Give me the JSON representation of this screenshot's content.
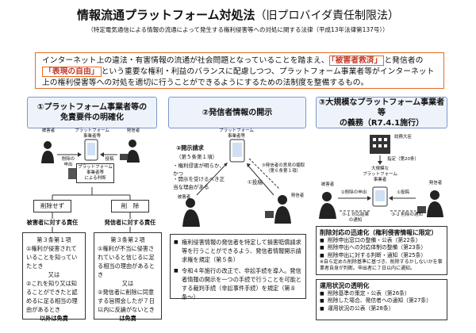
{
  "title": {
    "main": "情報流通プラットフォーム対処法",
    "paren": "（旧プロバイダ責任制限法）"
  },
  "subtitle": "（特定電気通信による情報の流通によって発生する権利侵害等への対処に関する法律（平成13年法律第137号））",
  "intro": {
    "t1": "インターネット上の違法・有害情報の流通が社会問題となっていることを踏まえ、",
    "hl1": "「被害者救済」",
    "t2": "と発信者の",
    "hl2": "「表現の自由」",
    "t3": "という重要な権利・利益のバランスに配慮しつつ、プラットフォーム事業者等がインターネット上の権利侵害等への対処を適切に行うことができるようにするための法制度を整備するもの。"
  },
  "col1": {
    "header_l1": "①プラットフォーム事業者等の",
    "header_l2": "免責要件の明確化",
    "victim": "被害者",
    "pf": "プラットフォーム\n事業者等",
    "sender": "発信者",
    "req": "削除の\n申出",
    "post": "投稿",
    "pf_box": "プラットフォーム\n事業者等\nによる判断",
    "no_delete": "削除せず",
    "delete": "削　除",
    "victim_resp": "被害者に対する責任",
    "sender_resp": "発信者に対する責任",
    "a1_title": "第３条第１項",
    "a1_1": "①権利が侵害されていることを知っていたとき",
    "a1_or": "又は",
    "a1_2": "②これを知り又は知ることができたと認めるに足る相当の理由があるとき",
    "a1_tail": "以外は免責",
    "a2_title": "第３条第２項",
    "a2_1": "①権利が不当に侵害されていると信じるに足る相当の理由があるとき",
    "a2_or": "又は",
    "a2_2": "②発信者に削除に同意する旨照会したが７日以内に反論がないとき",
    "a2_tail": "は免責"
  },
  "col2": {
    "header": "②発信者情報の開示",
    "pf": "プラットフォーム\n事業者等",
    "req_title": "②開示請求",
    "req_sub": "（第５条第１項）",
    "conds": [
      "・権利侵害が明らか、かつ",
      "・開示を受けるべき正当な理由がある"
    ],
    "victim": "被害者",
    "sender": "発信者",
    "post": "①投稿",
    "hearing": "③発信者の意見の聴取\n（第６条第１項）",
    "bullets": [
      "権利侵害情報の発信者を特定して損害賠償請求等を行うことができるよう、発信者情報開示請求権を規定（第５条）",
      "令和４年施行の改正で、非訟手続を導入。発信者情報の開示を一つの手続で行うことを可能とする裁判手続（非訟事件手続）を規定（第８条〜）"
    ]
  },
  "col3": {
    "header_l1": "③大規模なプラットフォーム事業者等",
    "header_l2": "の義務（R7.4.1施行）",
    "minister": "総務大臣",
    "designation": "指定（第20条）",
    "large_pf": "大規模な\nプラットフォーム\n事業者",
    "victim": "被害者",
    "sender": "発信者",
    "req": "②削除の申出",
    "post": "①投稿",
    "notice_v": "③-1 対応結果\nの通知",
    "notice_s": "③-2 削除の通知",
    "speed_title": "削除対応の迅速化（権利侵害情報に限定）",
    "speed_items": [
      "削除申出窓口の整備・公表（第22条）",
      "削除申出への対応体制の整備（第23条）",
      "削除申出に対する判断・通知（第25条）"
    ],
    "speed_note": "※自ら定めた削除基準に基づき、削除するかしないかを事業者自身が判断。申出者に７日以内に通知。",
    "trans_title": "運用状況の透明化",
    "trans_items": [
      "削除基準の策定・公表（第26条）",
      "削除した場合、発信者への通知（第27条）",
      "運用状況の公表（第28条）"
    ]
  }
}
